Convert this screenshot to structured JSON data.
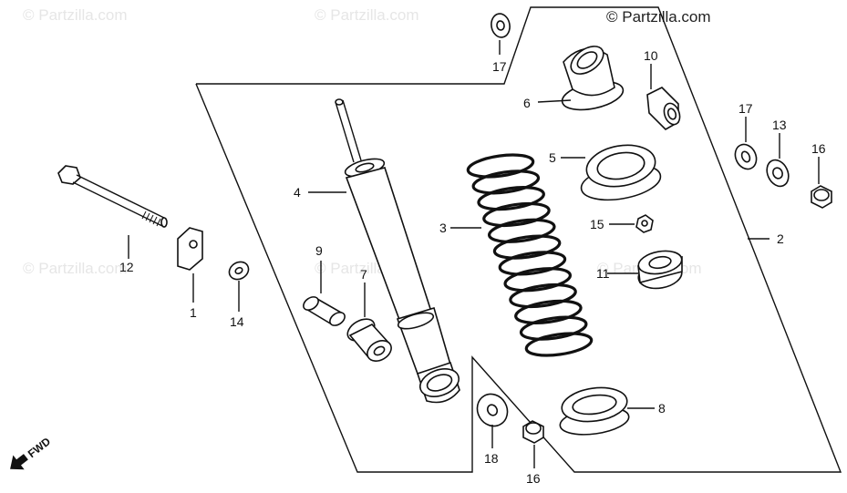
{
  "copyright": "© Partzilla.com",
  "watermark": "© Partzilla.com",
  "fwd_label": "FWD",
  "callouts": [
    "1",
    "2",
    "3",
    "4",
    "5",
    "6",
    "7",
    "8",
    "9",
    "10",
    "11",
    "12",
    "13",
    "14",
    "15",
    "16",
    "17"
  ],
  "callout_list": [
    {
      "id": "17a",
      "label": "17"
    },
    {
      "id": "6",
      "label": "6"
    },
    {
      "id": "10",
      "label": "10"
    },
    {
      "id": "17b",
      "label": "17"
    },
    {
      "id": "13",
      "label": "13"
    },
    {
      "id": "16a",
      "label": "16"
    },
    {
      "id": "4",
      "label": "4"
    },
    {
      "id": "5",
      "label": "5"
    },
    {
      "id": "3",
      "label": "3"
    },
    {
      "id": "15",
      "label": "15"
    },
    {
      "id": "2",
      "label": "2"
    },
    {
      "id": "9",
      "label": "9"
    },
    {
      "id": "11",
      "label": "11"
    },
    {
      "id": "12",
      "label": "12"
    },
    {
      "id": "7",
      "label": "7"
    },
    {
      "id": "1",
      "label": "1"
    },
    {
      "id": "14",
      "label": "14"
    },
    {
      "id": "8",
      "label": "8"
    },
    {
      "id": "18",
      "label": "18"
    },
    {
      "id": "16b",
      "label": "16"
    }
  ]
}
